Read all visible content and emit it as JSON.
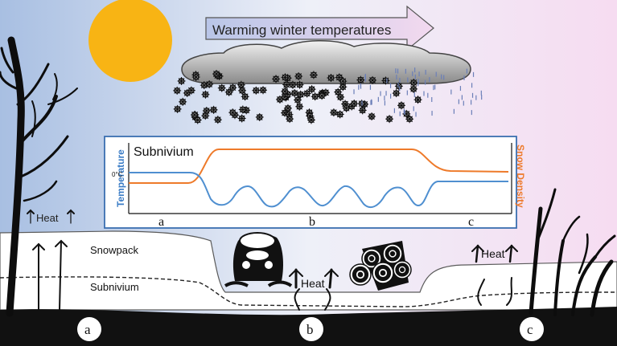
{
  "banner": {
    "text": "Warming winter temperatures"
  },
  "inset": {
    "title": "Subnivium",
    "left_axis": "Temperature",
    "right_axis": "Snow Density",
    "zero_tick": "0°C",
    "zones": [
      "a",
      "b",
      "c"
    ],
    "colors": {
      "temperature": "#4f8fd0",
      "snow_density": "#ee7a2a"
    }
  },
  "layers": {
    "snowpack": "Snowpack",
    "subnivium": "Subnivium"
  },
  "heat": {
    "label": "Heat"
  },
  "sites": [
    "a",
    "b",
    "c"
  ],
  "icons": [
    "sun-icon",
    "cloud-icon",
    "snowflake-icon",
    "snowmobile-icon",
    "log-pile-icon",
    "tree-icon"
  ],
  "colors": {
    "sun": "#f8b414",
    "sky_left": "#a8bfe2",
    "sky_right": "#f6dcf1",
    "ground": "#111111"
  }
}
